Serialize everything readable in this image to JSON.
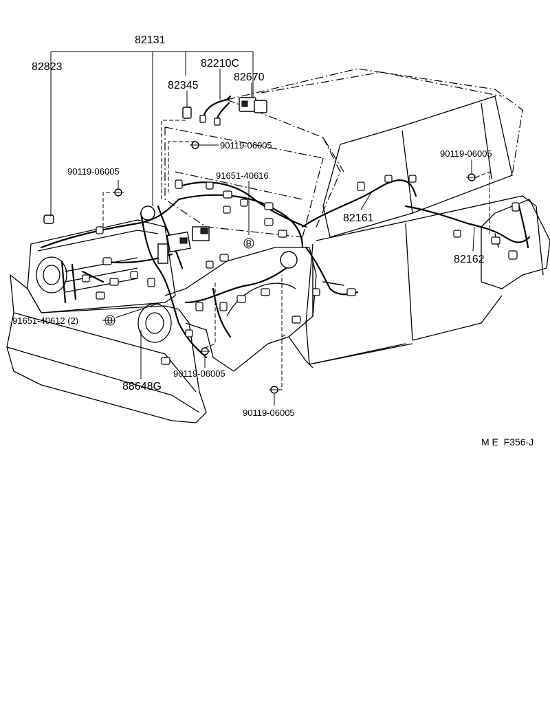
{
  "labels": {
    "harness_main": "82131",
    "harness_82823": "82823",
    "harness_82210c": "82210C",
    "harness_82345": "82345",
    "harness_82670": "82670",
    "harness_82161": "82161",
    "harness_82162": "82162",
    "clamp_91651_40616": "91651-40616",
    "clamp_91651_40612": "91651-40612 (2)",
    "bolt_top": "90119-06005",
    "bolt_left": "90119-06005",
    "bolt_rear": "90119-06005",
    "bolt_front": "90119-06005",
    "bolt_bottom": "90119-06005",
    "part_88648g": "88648G",
    "ref_marker_b": "B",
    "ref_marker_b2": "B"
  },
  "footer": {
    "figure_code": "M E  F356-J"
  }
}
